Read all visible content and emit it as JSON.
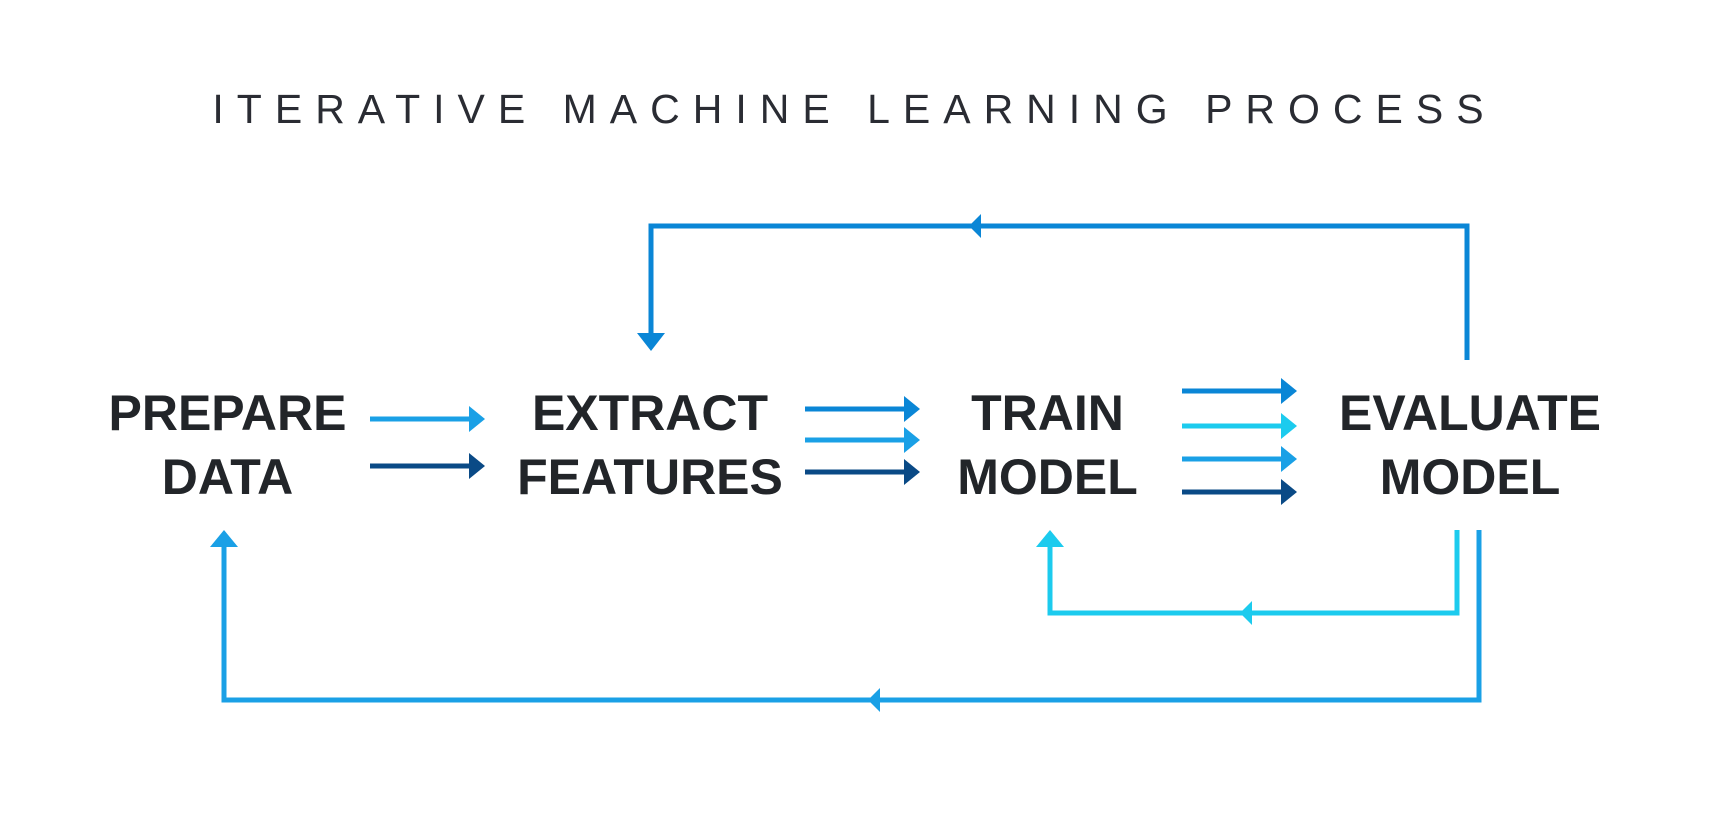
{
  "diagram": {
    "title": "ITERATIVE MACHINE LEARNING PROCESS",
    "steps": [
      {
        "line1": "PREPARE",
        "line2": "DATA"
      },
      {
        "line1": "EXTRACT",
        "line2": "FEATURES"
      },
      {
        "line1": "TRAIN",
        "line2": "MODEL"
      },
      {
        "line1": "EVALUATE",
        "line2": "MODEL"
      }
    ]
  },
  "colors": {
    "text": "#222529",
    "title": "#2a2c33",
    "arrow_light": "#1aa0e6",
    "arrow_mid": "#0a86d6",
    "arrow_cyan": "#1ccbee",
    "arrow_dark": "#0a4a86",
    "loop_blue": "#0a86d6",
    "loop_sky": "#1aa0e6"
  }
}
